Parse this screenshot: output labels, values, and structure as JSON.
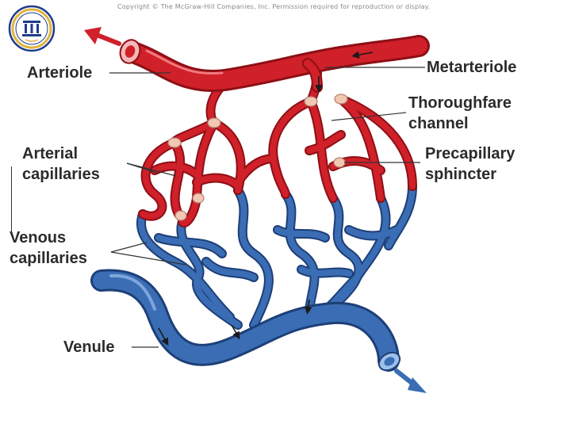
{
  "copyright": "Copyright © The McGraw-Hill Companies, Inc. Permission required for reproduction or display.",
  "labels": {
    "arteriole": "Arteriole",
    "metarteriole": "Metarteriole",
    "thoroughfare_1": "Thoroughfare",
    "thoroughfare_2": "channel",
    "arterial_1": "Arterial",
    "arterial_2": "capillaries",
    "precapillary_1": "Precapillary",
    "precapillary_2": "sphincter",
    "venous_1": "Venous",
    "venous_2": "capillaries",
    "venule": "Venule"
  },
  "colors": {
    "arterial": "#d0202a",
    "arterial_dark": "#8e0f16",
    "venous": "#3a6db4",
    "venous_dark": "#1d3f78",
    "sphincter": "#f2c7b4",
    "logo_blue": "#1f3c8c",
    "logo_gold": "#e0b43a"
  },
  "icons": [
    "university-logo-icon"
  ]
}
